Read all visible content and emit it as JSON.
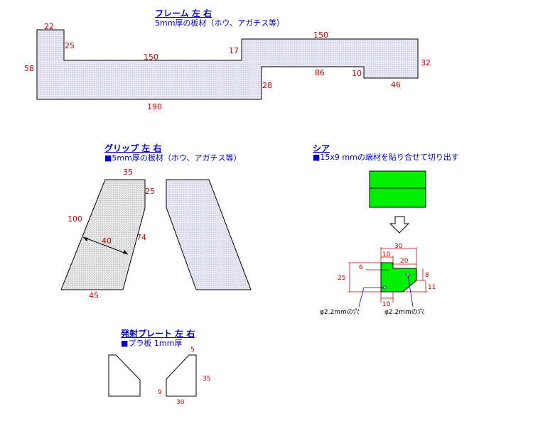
{
  "frame": {
    "title": "フレーム 左 右",
    "subtitle": "5mm厚の板材（ホウ、アガチス等）",
    "dims": [
      "22",
      "25",
      "58",
      "150",
      "17",
      "150",
      "32",
      "86",
      "10",
      "46",
      "28",
      "190"
    ]
  },
  "grip": {
    "title": "グリップ 左 右",
    "subtitle": "■5mm厚の板材（ホウ、アガチス等）",
    "dims": [
      "35",
      "25",
      "100",
      "40",
      "74",
      "45"
    ]
  },
  "sear": {
    "title": "シア",
    "subtitle": "■15x9 mmの端材を貼り合せて切り出す",
    "dims": [
      "30",
      "10",
      "20",
      "6",
      "25",
      "8",
      "11",
      "10"
    ],
    "hole_label_left": "φ2.2mmの穴",
    "hole_label_right": "φ2.2mmの穴"
  },
  "plate": {
    "title": "発射プレート 左 右",
    "subtitle": "■プラ板 1mm厚",
    "dims": [
      "5",
      "35",
      "9",
      "30"
    ]
  },
  "colors": {
    "title": "#0000cc",
    "dimension": "#cc0000",
    "part_fill": "#e8e8f4",
    "sear_fill": "#00ee00"
  }
}
